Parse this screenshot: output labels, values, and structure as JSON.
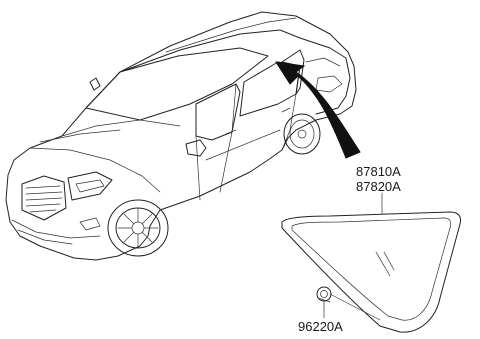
{
  "diagram": {
    "callouts": [
      {
        "id": "quarter-glass-primary",
        "text": "87810A"
      },
      {
        "id": "quarter-glass-secondary",
        "text": "87820A"
      },
      {
        "id": "retainer-clip",
        "text": "96220A"
      }
    ]
  }
}
